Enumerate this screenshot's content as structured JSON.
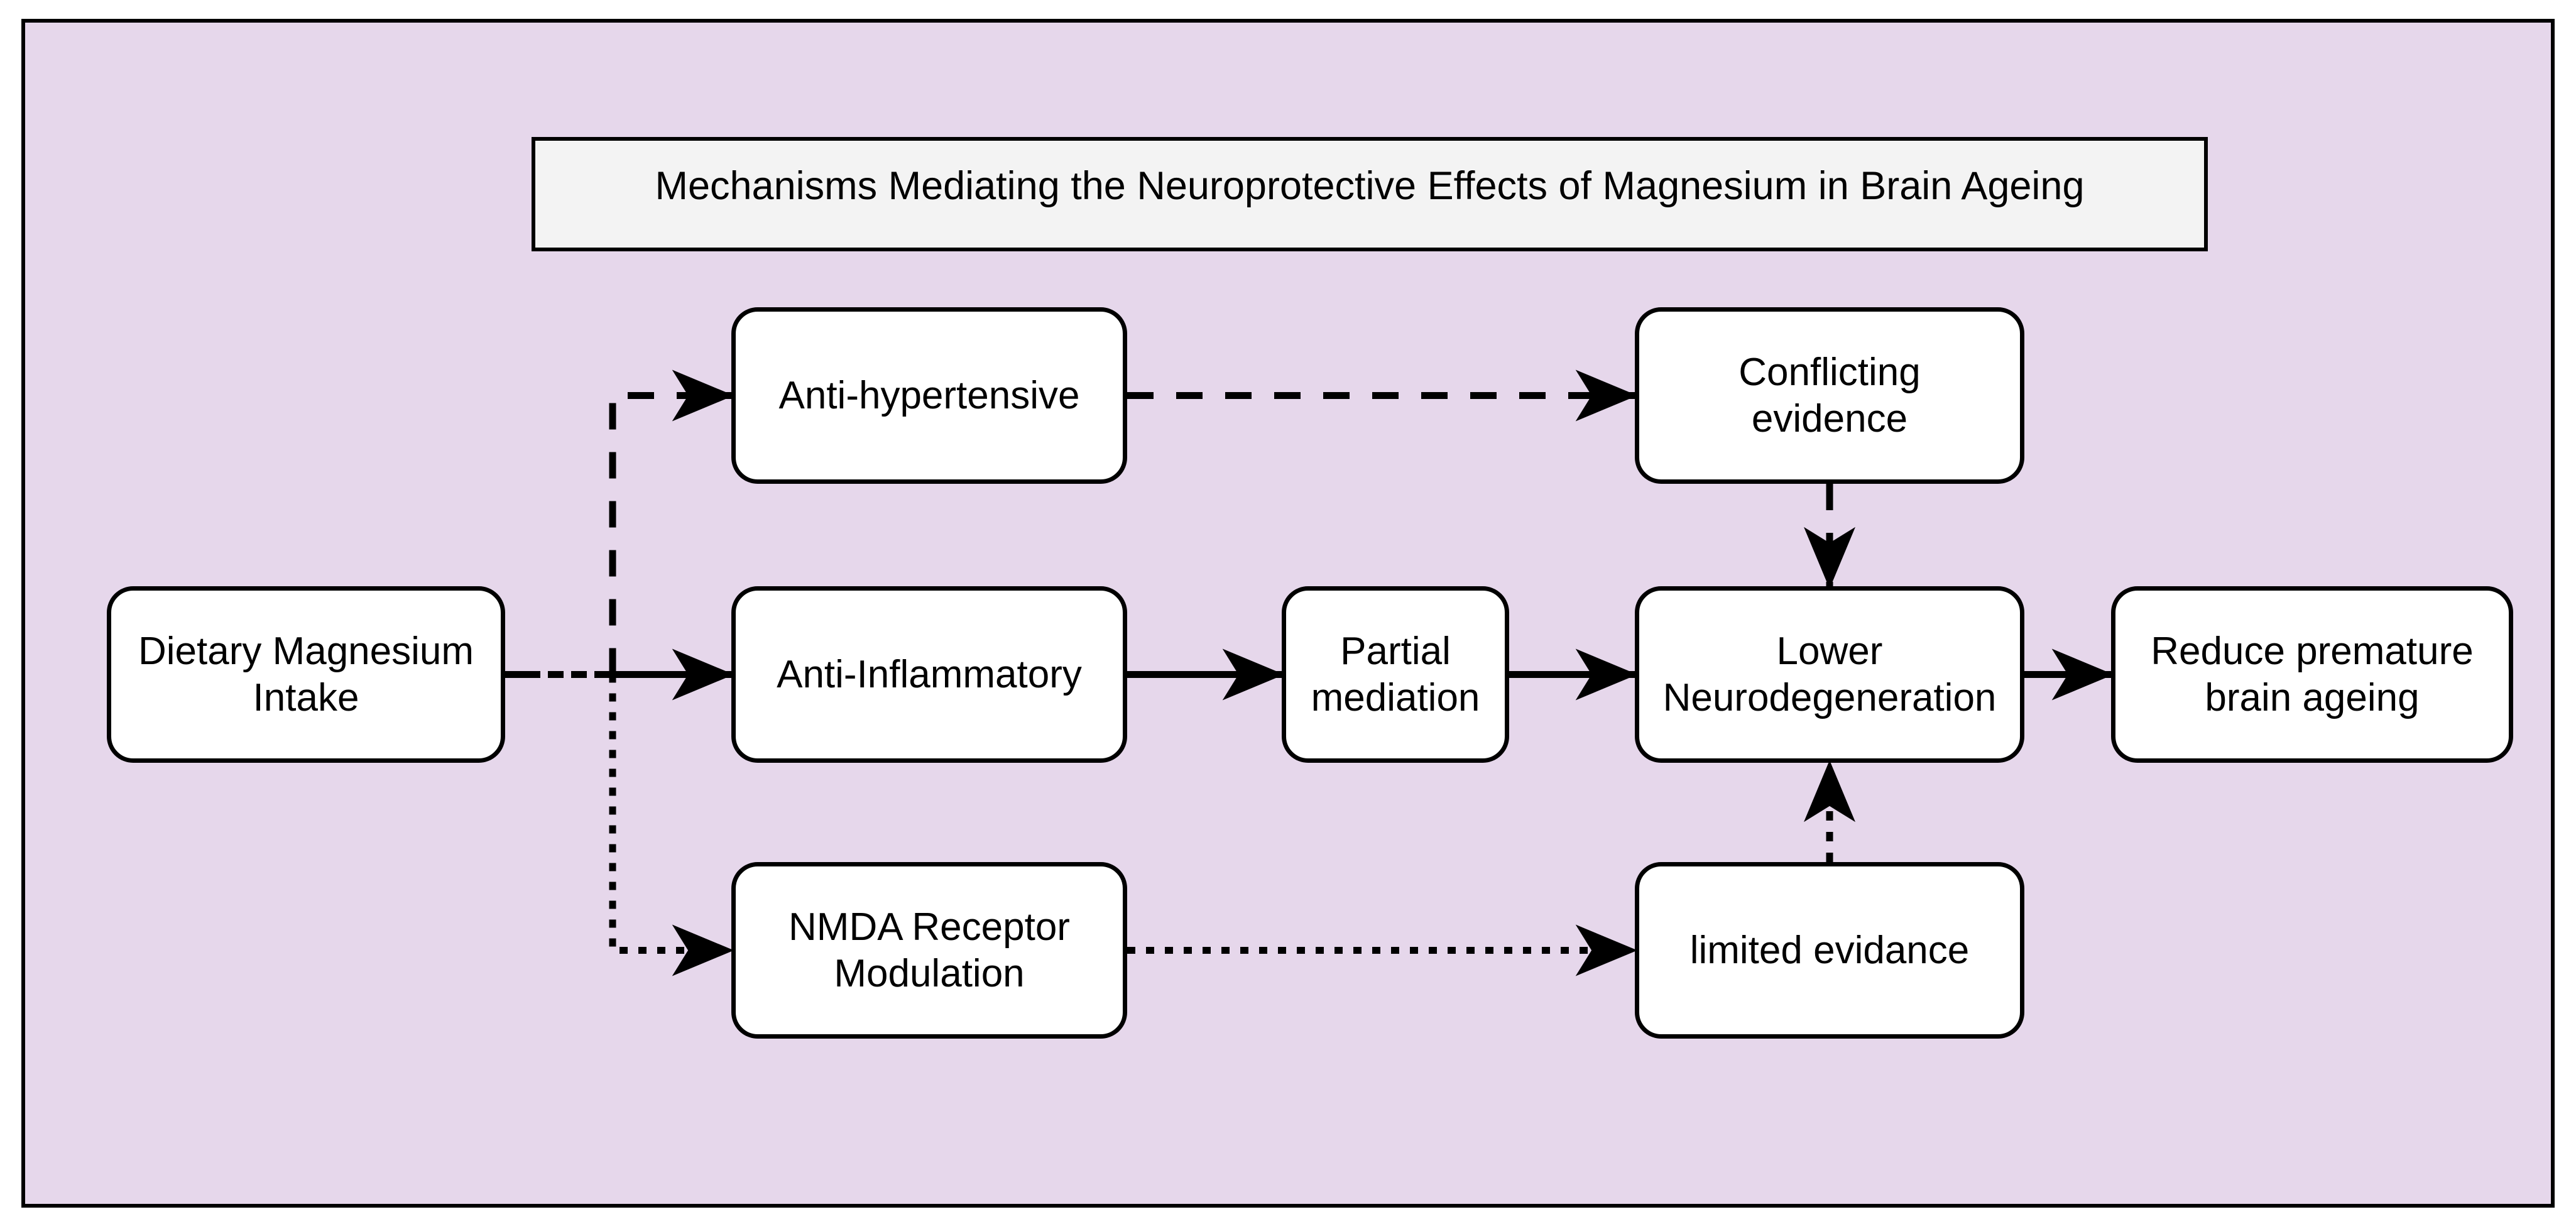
{
  "title": {
    "text": "Mechanisms Mediating the Neuroprotective Effects of Magnesium in Brain Ageing"
  },
  "colors": {
    "canvas_fill": "#E6D7EB",
    "frame_stroke": "#000000",
    "node_fill": "#FFFFFF",
    "node_stroke": "#000000",
    "title_fill": "#F3F3F3",
    "edge_stroke": "#000000"
  },
  "nodes": {
    "dietary": {
      "label": "Dietary Magnesium\nIntake"
    },
    "anti_hypertensive": {
      "label": "Anti-hypertensive"
    },
    "anti_inflammatory": {
      "label": "Anti-Inflammatory"
    },
    "nmda": {
      "label": "NMDA Receptor\nModulation"
    },
    "partial": {
      "label": "Partial\nmediation"
    },
    "conflicting": {
      "label": "Conflicting\nevidence"
    },
    "lower": {
      "label": "Lower\nNeurodegeneration"
    },
    "limited": {
      "label": "limited evidance"
    },
    "reduce": {
      "label": "Reduce premature\nbrain ageing"
    }
  },
  "edges": [
    {
      "from": "dietary",
      "to": "anti_hypertensive",
      "style": "dashed"
    },
    {
      "from": "dietary",
      "to": "anti_inflammatory",
      "style": "solid"
    },
    {
      "from": "dietary",
      "to": "nmda",
      "style": "dotted"
    },
    {
      "from": "anti_hypertensive",
      "to": "conflicting",
      "style": "dashed"
    },
    {
      "from": "anti_inflammatory",
      "to": "partial",
      "style": "solid"
    },
    {
      "from": "partial",
      "to": "lower",
      "style": "solid"
    },
    {
      "from": "conflicting",
      "to": "lower",
      "style": "dashed"
    },
    {
      "from": "nmda",
      "to": "limited",
      "style": "dotted"
    },
    {
      "from": "limited",
      "to": "lower",
      "style": "dotted"
    },
    {
      "from": "lower",
      "to": "reduce",
      "style": "solid"
    }
  ]
}
